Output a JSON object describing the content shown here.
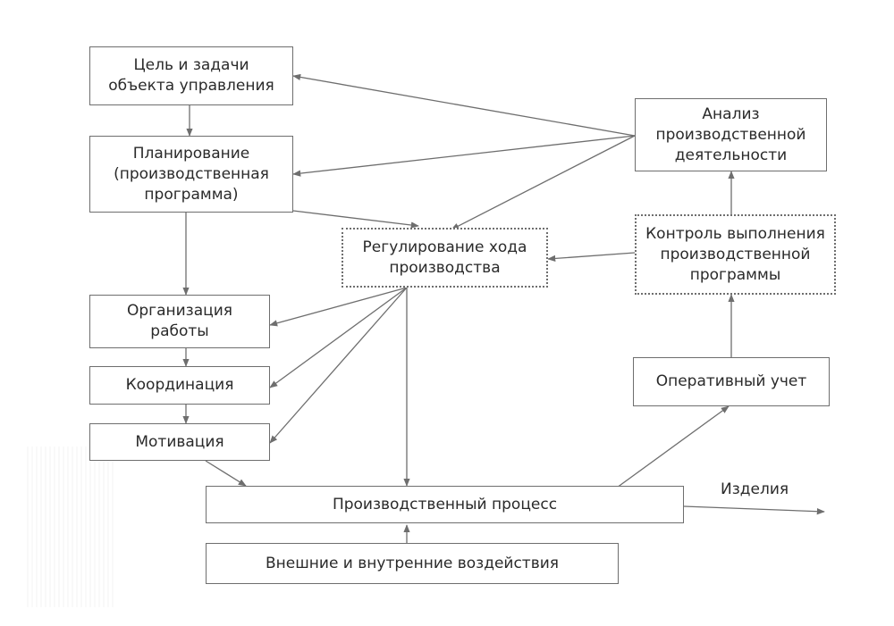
{
  "nodes": {
    "goal": "Цель и задачи\nобъекта управления",
    "planning": "Планирование\n(производственная\nпрограмма)",
    "regulation": "Регулирование хода\nпроизводства",
    "analysis": "Анализ\nпроизводственной\nдеятельности",
    "control": "Контроль выполнения\nпроизводственной\nпрограммы",
    "organization": "Организация\nработы",
    "coordination": "Координация",
    "motivation": "Мотивация",
    "accounting": "Оперативный учет",
    "process": "Производственный процесс",
    "influences": "Внешние и внутренние воздействия"
  },
  "output_label": "Изделия",
  "colors": {
    "line": "#6e6e6e",
    "text": "#2a2a2a"
  }
}
